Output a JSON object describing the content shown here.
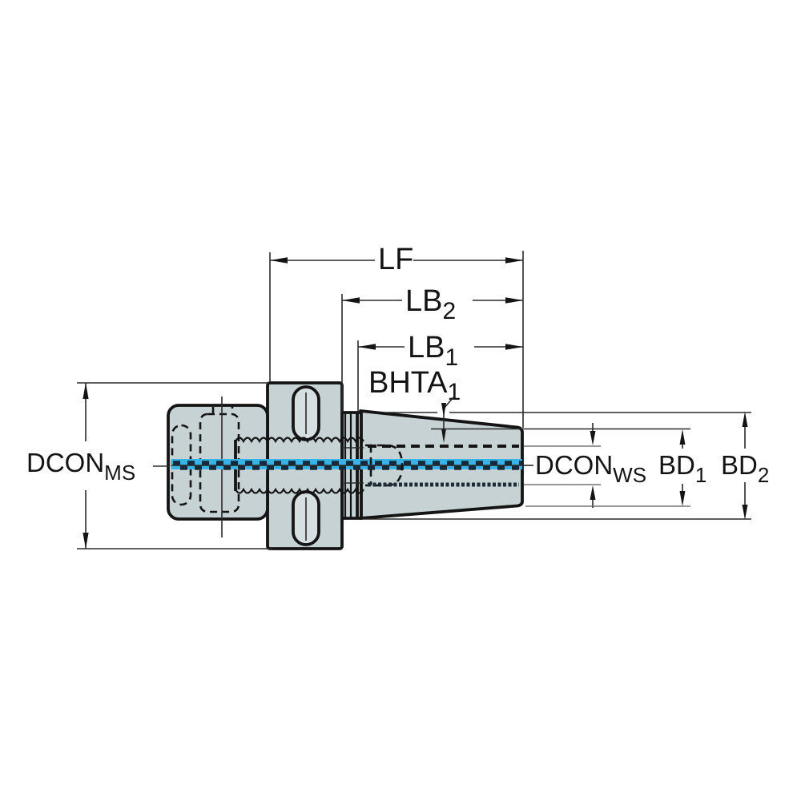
{
  "drawing": {
    "title": "Tool holder dimensional drawing",
    "view": "side cross-section"
  },
  "colors": {
    "background": "#ffffff",
    "body_fill": "#c7d2d5",
    "slot_fill": "#d6e0e2",
    "outline": "#141414",
    "thread_cyan": "#38b3e5",
    "thread_dark": "#16293a"
  },
  "labels": {
    "lf": {
      "main": "LF",
      "sub": ""
    },
    "lb2": {
      "main": "LB",
      "sub": "2"
    },
    "lb1": {
      "main": "LB",
      "sub": "1"
    },
    "bhta1": {
      "main": "BHTA",
      "sub": "1"
    },
    "dcon_ms": {
      "main": "DCON",
      "sub": "MS"
    },
    "dcon_ws": {
      "main": "DCON",
      "sub": "WS"
    },
    "bd1": {
      "main": "BD",
      "sub": "1"
    },
    "bd2": {
      "main": "BD",
      "sub": "2"
    }
  }
}
